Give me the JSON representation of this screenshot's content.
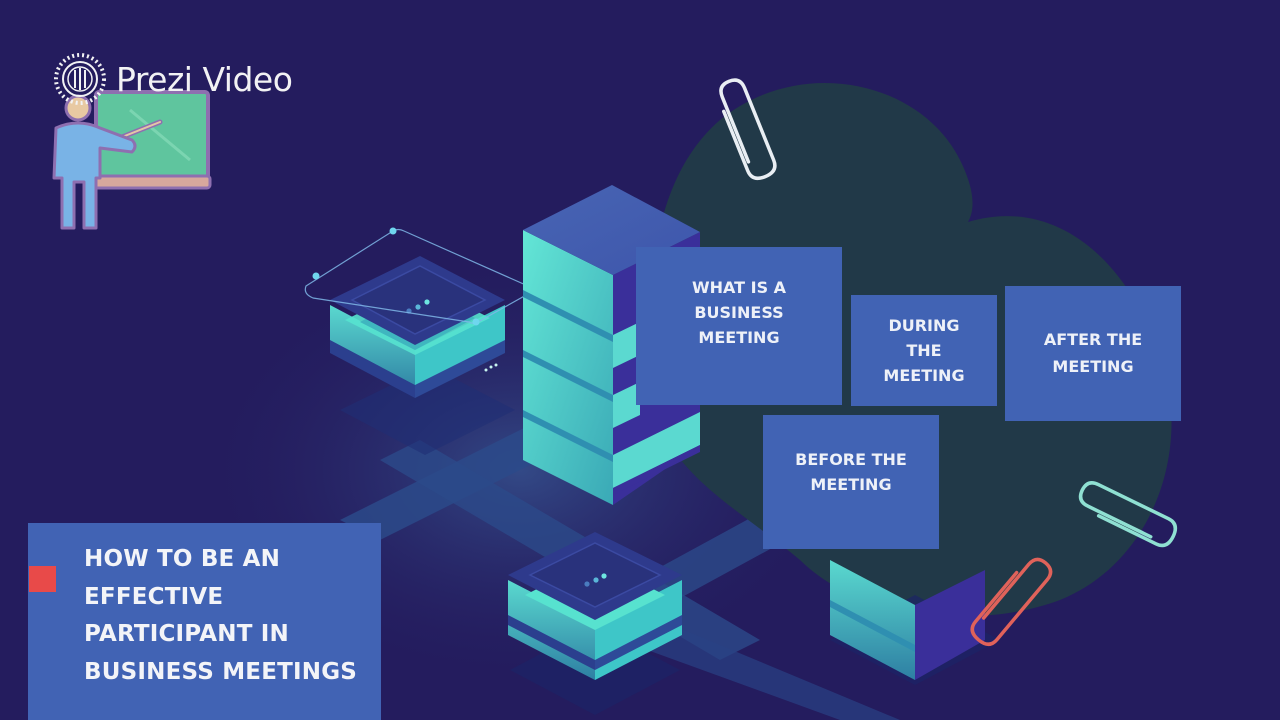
{
  "branding": {
    "logo_text": "Prezi Video"
  },
  "presentation": {
    "title_lines": [
      "HOW TO BE AN",
      "EFFECTIVE",
      "PARTICIPANT IN",
      "BUSINESS MEETINGS"
    ],
    "topics": [
      {
        "id": "what",
        "lines": [
          "WHAT IS A",
          "BUSINESS",
          "MEETING"
        ]
      },
      {
        "id": "during",
        "lines": [
          "DURING",
          "THE",
          "MEETING"
        ]
      },
      {
        "id": "after",
        "lines": [
          "AFTER THE",
          "MEETING"
        ]
      },
      {
        "id": "before",
        "lines": [
          "BEFORE THE",
          "MEETING"
        ]
      }
    ]
  },
  "colors": {
    "background": "#241c5e",
    "card": "#4163b4",
    "cloud": "#213948",
    "accent_red": "#e84a49",
    "teal": "#5fe3d1",
    "paperclip_white": "#e9eef3",
    "paperclip_teal": "#8fe0d2",
    "paperclip_red": "#e0625a"
  },
  "icons": {
    "logo": "prezi-logo-icon",
    "presenter": "presenter-at-board-icon",
    "paperclips": [
      "paperclip-white-icon",
      "paperclip-teal-icon",
      "paperclip-red-icon"
    ]
  }
}
